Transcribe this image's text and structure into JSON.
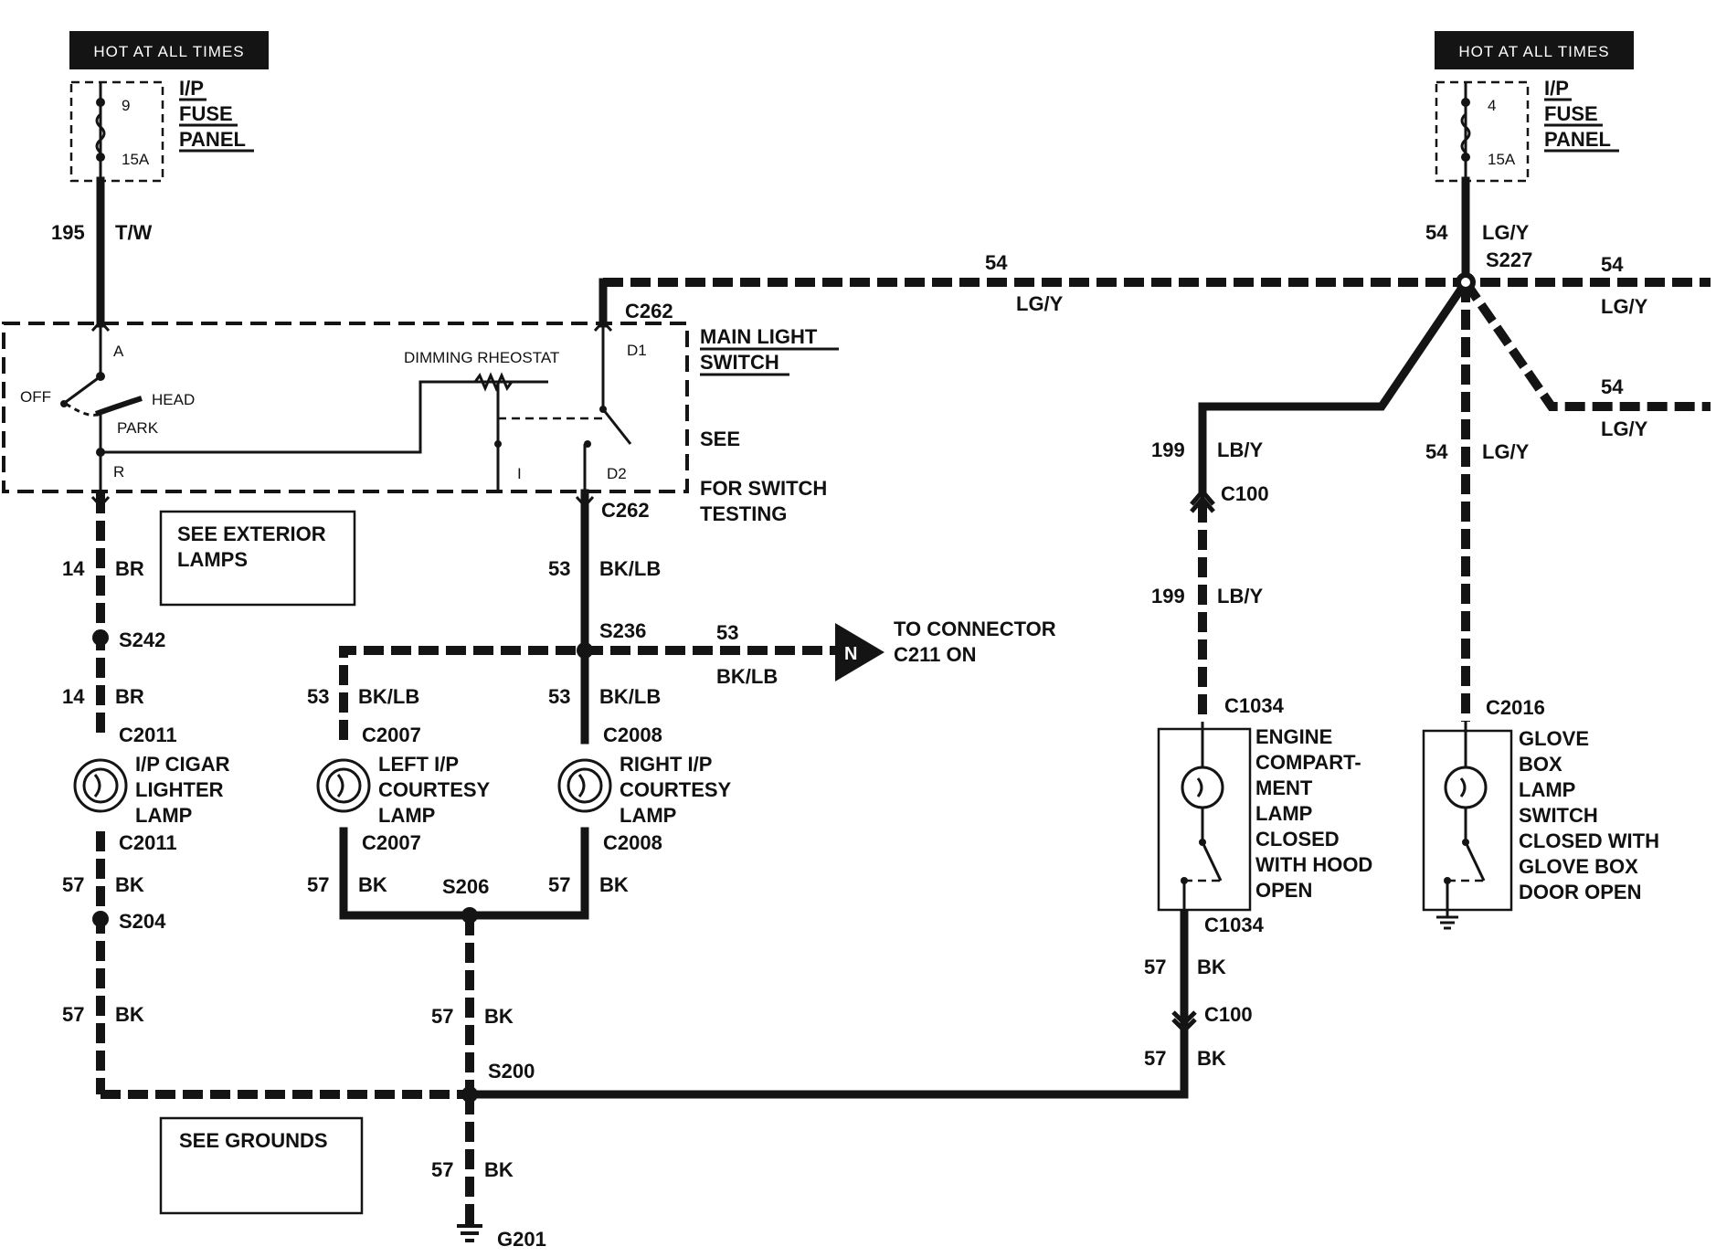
{
  "fuse_left": {
    "header": "HOT AT ALL TIMES",
    "number": "9",
    "rating": "15A",
    "panel_line1": "I/P",
    "panel_line2": "FUSE",
    "panel_line3": "PANEL"
  },
  "fuse_right": {
    "header": "HOT AT ALL TIMES",
    "number": "4",
    "rating": "15A",
    "panel_line1": "I/P",
    "panel_line2": "FUSE",
    "panel_line3": "PANEL"
  },
  "circuits": {
    "c195": "195",
    "tw": "T/W",
    "c54": "54",
    "lgy": "LG/Y",
    "c14": "14",
    "br": "BR",
    "c53": "53",
    "bklb": "BK/LB",
    "c57": "57",
    "bk": "BK",
    "c199": "199",
    "lby": "LB/Y"
  },
  "connectors": {
    "c262": "C262",
    "s227": "S227",
    "s236": "S236",
    "s242": "S242",
    "c2011": "C2011",
    "c2007": "C2007",
    "c2008": "C2008",
    "s204": "S204",
    "s206": "S206",
    "s200": "S200",
    "g201": "G201",
    "c100": "C100",
    "c1034": "C1034",
    "c2016": "C2016"
  },
  "switch": {
    "title1": "MAIN LIGHT",
    "title2": "SWITCH",
    "see": "SEE",
    "for_testing": "FOR SWITCH",
    "testing": "TESTING",
    "dimming": "DIMMING RHEOSTAT",
    "off": "OFF",
    "head": "HEAD",
    "park": "PARK",
    "pin_a": "A",
    "pin_r": "R",
    "pin_d1": "D1",
    "pin_d2": "D2",
    "pin_i": "I"
  },
  "refs": {
    "ext1": "SEE EXTERIOR",
    "ext2": "LAMPS",
    "grounds": "SEE GROUNDS"
  },
  "to_connector": {
    "line1": "TO CONNECTOR",
    "line2": "C211 ON",
    "flag": "N"
  },
  "lamps": {
    "cigar": [
      "I/P CIGAR",
      "LIGHTER",
      "LAMP"
    ],
    "left": [
      "LEFT I/P",
      "COURTESY",
      "LAMP"
    ],
    "right": [
      "RIGHT I/P",
      "COURTESY",
      "LAMP"
    ],
    "engine": [
      "ENGINE",
      "COMPART-",
      "MENT",
      "LAMP",
      "CLOSED",
      "WITH HOOD",
      "OPEN"
    ],
    "glove": [
      "GLOVE",
      "BOX",
      "LAMP",
      "SWITCH",
      "CLOSED WITH",
      "GLOVE BOX",
      "DOOR OPEN"
    ]
  }
}
